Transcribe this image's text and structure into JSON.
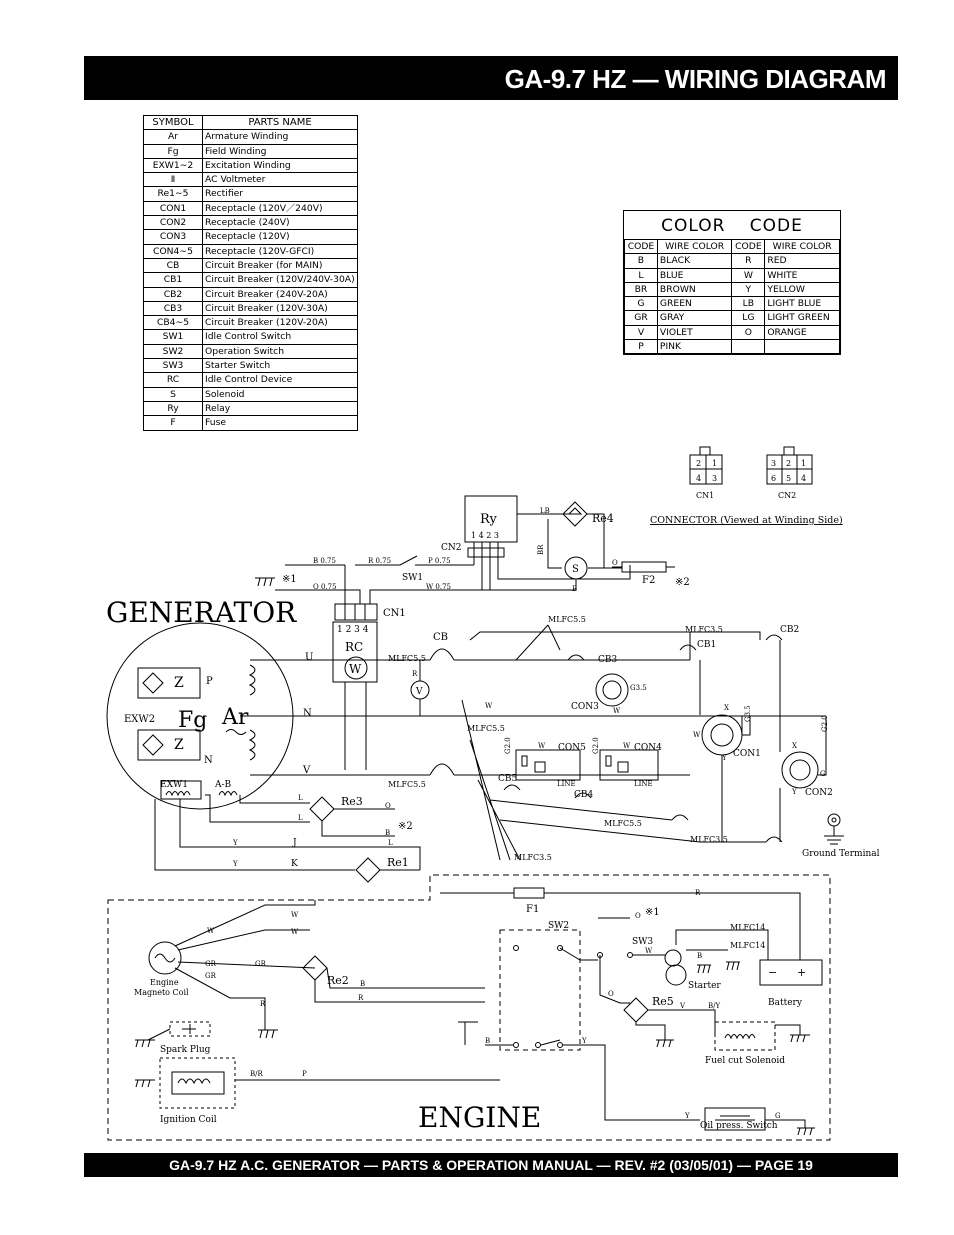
{
  "header": {
    "title": "GA-9.7 HZ — WIRING DIAGRAM"
  },
  "footer": {
    "text": "GA-9.7 HZ A.C. GENERATOR — PARTS & OPERATION MANUAL — REV. #2 (03/05/01) — PAGE 19"
  },
  "parts_table": {
    "headers": [
      "SYMBOL",
      "PARTS  NAME"
    ],
    "rows": [
      [
        "Ar",
        "Armature Winding"
      ],
      [
        "Fg",
        "Field Winding"
      ],
      [
        "EXW1∼2",
        "Excitation Winding"
      ],
      [
        "Ⅱ",
        "AC Voltmeter"
      ],
      [
        "Re1∼5",
        "Rectifier"
      ],
      [
        "CON1",
        "Receptacle (120V／240V)"
      ],
      [
        "CON2",
        "Receptacle (240V)"
      ],
      [
        "CON3",
        "Receptacle (120V)"
      ],
      [
        "CON4∼5",
        "Receptacle (120V-GFCI)"
      ],
      [
        "CB",
        "Circuit Breaker (for MAIN)"
      ],
      [
        "CB1",
        "Circuit Breaker (120V/240V-30A)"
      ],
      [
        "CB2",
        "Circuit Breaker (240V-20A)"
      ],
      [
        "CB3",
        "Circuit Breaker (120V-30A)"
      ],
      [
        "CB4∼5",
        "Circuit Breaker (120V-20A)"
      ],
      [
        "SW1",
        "Idle Control Switch"
      ],
      [
        "SW2",
        "Operation Switch"
      ],
      [
        "SW3",
        "Starter Switch"
      ],
      [
        "RC",
        "Idle Control Device"
      ],
      [
        "S",
        "Solenoid"
      ],
      [
        "Ry",
        "Relay"
      ],
      [
        "F",
        "Fuse"
      ]
    ]
  },
  "color_code": {
    "title": "COLOR  CODE",
    "headers": [
      "CODE",
      "WIRE COLOR",
      "CODE",
      "WIRE COLOR"
    ],
    "rows": [
      [
        "B",
        "BLACK",
        "R",
        "RED"
      ],
      [
        "L",
        "BLUE",
        "W",
        "WHITE"
      ],
      [
        "BR",
        "BROWN",
        "Y",
        "YELLOW"
      ],
      [
        "G",
        "GREEN",
        "LB",
        "LIGHT BLUE"
      ],
      [
        "GR",
        "GRAY",
        "LG",
        "LIGHT GREEN"
      ],
      [
        "V",
        "VIOLET",
        "O",
        "ORANGE"
      ],
      [
        "P",
        "PINK",
        "",
        ""
      ]
    ]
  },
  "diagram": {
    "section_generator": "GENERATOR",
    "section_engine": "ENGINE",
    "connector_note": "CONNECTOR (Viewed  at  Winding  Side)",
    "cn1_label": "CN1",
    "cn2_label": "CN2",
    "cn1_pins": [
      "2",
      "1",
      "4",
      "3"
    ],
    "cn2_pins": [
      "3",
      "2",
      "1",
      "6",
      "5",
      "4"
    ],
    "ry_label": "Ry",
    "ry_pins": "1 4 2 3",
    "cn2_ref": "CN2",
    "cn1_ref": "CN1",
    "cn1_pin_numbers": "1 2 3 4",
    "re4": "Re4",
    "re3": "Re3",
    "re1": "Re1",
    "re2": "Re2",
    "re5": "Re5",
    "sw1": "SW1",
    "sw2": "SW2",
    "sw3": "SW3",
    "f1": "F1",
    "f2": "F2",
    "note_x1_a": "※1",
    "note_x1_b": "※1",
    "note_x2_a": "※2",
    "note_x2_b": "※2",
    "s_symbol": "S",
    "rc_label": "RC",
    "rc_w": "W",
    "cb": "CB",
    "cb1": "CB1",
    "cb2": "CB2",
    "cb3": "CB3",
    "cb4": "CB4",
    "cb5": "CB5",
    "con1": "CON1",
    "con2": "CON2",
    "con3": "CON3",
    "con4": "CON4",
    "con5": "CON5",
    "fg": "Fg",
    "ar": "Ar",
    "exw1": "EXW1",
    "exw2": "EXW2",
    "ab": "A-B",
    "p_term": "P",
    "n_term": "N",
    "u_term": "U",
    "n_line": "N",
    "v_line": "V",
    "v_meter": "V",
    "mlfc55_a": "MLFC5.5",
    "mlfc55_b": "MLFC5.5",
    "mlfc55_c": "MLFC5.5",
    "mlfc55_d": "MLFC5.5",
    "mlfc55_e": "MLFC5.5",
    "mlfc35_a": "MLFC3.5",
    "mlfc35_b": "MLFC3.5",
    "mlfc35_c": "MLFC3.5",
    "mlfc14_a": "MLFC14",
    "mlfc14_b": "MLFC14",
    "g35_a": "G3.5",
    "g35_b": "G3.5",
    "g20_a": "G2.0",
    "g20_b": "G2.0",
    "g20_c": "G2.0",
    "line_a": "LINE",
    "line_b": "LINE",
    "ground_terminal": "Ground Terminal",
    "engine_magneto": "Engine\nMagneto Coil",
    "engine_magneto_1": "Engine",
    "engine_magneto_2": "Magneto Coil",
    "spark_plug": "Spark Plug",
    "ignition_coil": "Ignition Coil",
    "starter": "Starter",
    "battery": "Battery",
    "fuel_cut": "Fuel cut Solenoid",
    "oil_switch": "Oil press. Switch",
    "wire_b075": "B 0.75",
    "wire_r075": "R 0.75",
    "wire_p075": "P 0.75",
    "wire_o075": "O 0.75",
    "wire_w075": "W 0.75",
    "wire_lb": "LB",
    "wire_br": "BR",
    "w_codes": [
      "W",
      "W",
      "W",
      "W",
      "W"
    ],
    "b_codes": [
      "B",
      "B",
      "B",
      "B",
      "B"
    ],
    "r_codes": [
      "R",
      "R",
      "R",
      "R"
    ],
    "y_codes": [
      "Y",
      "Y",
      "Y",
      "Y"
    ],
    "x_codes": [
      "X",
      "X"
    ],
    "o_codes": [
      "O",
      "O",
      "O",
      "O"
    ],
    "j_code": "J",
    "k_code": "K",
    "l_codes": [
      "L",
      "L",
      "L"
    ],
    "gr_codes": [
      "GR",
      "GR",
      "GR"
    ],
    "g_code": "G",
    "by_code": "B/Y",
    "br_code": "B/R",
    "p_code": "P",
    "v_code": "V",
    "r_meter": "R",
    "battery_minus": "−",
    "battery_plus": "+"
  }
}
